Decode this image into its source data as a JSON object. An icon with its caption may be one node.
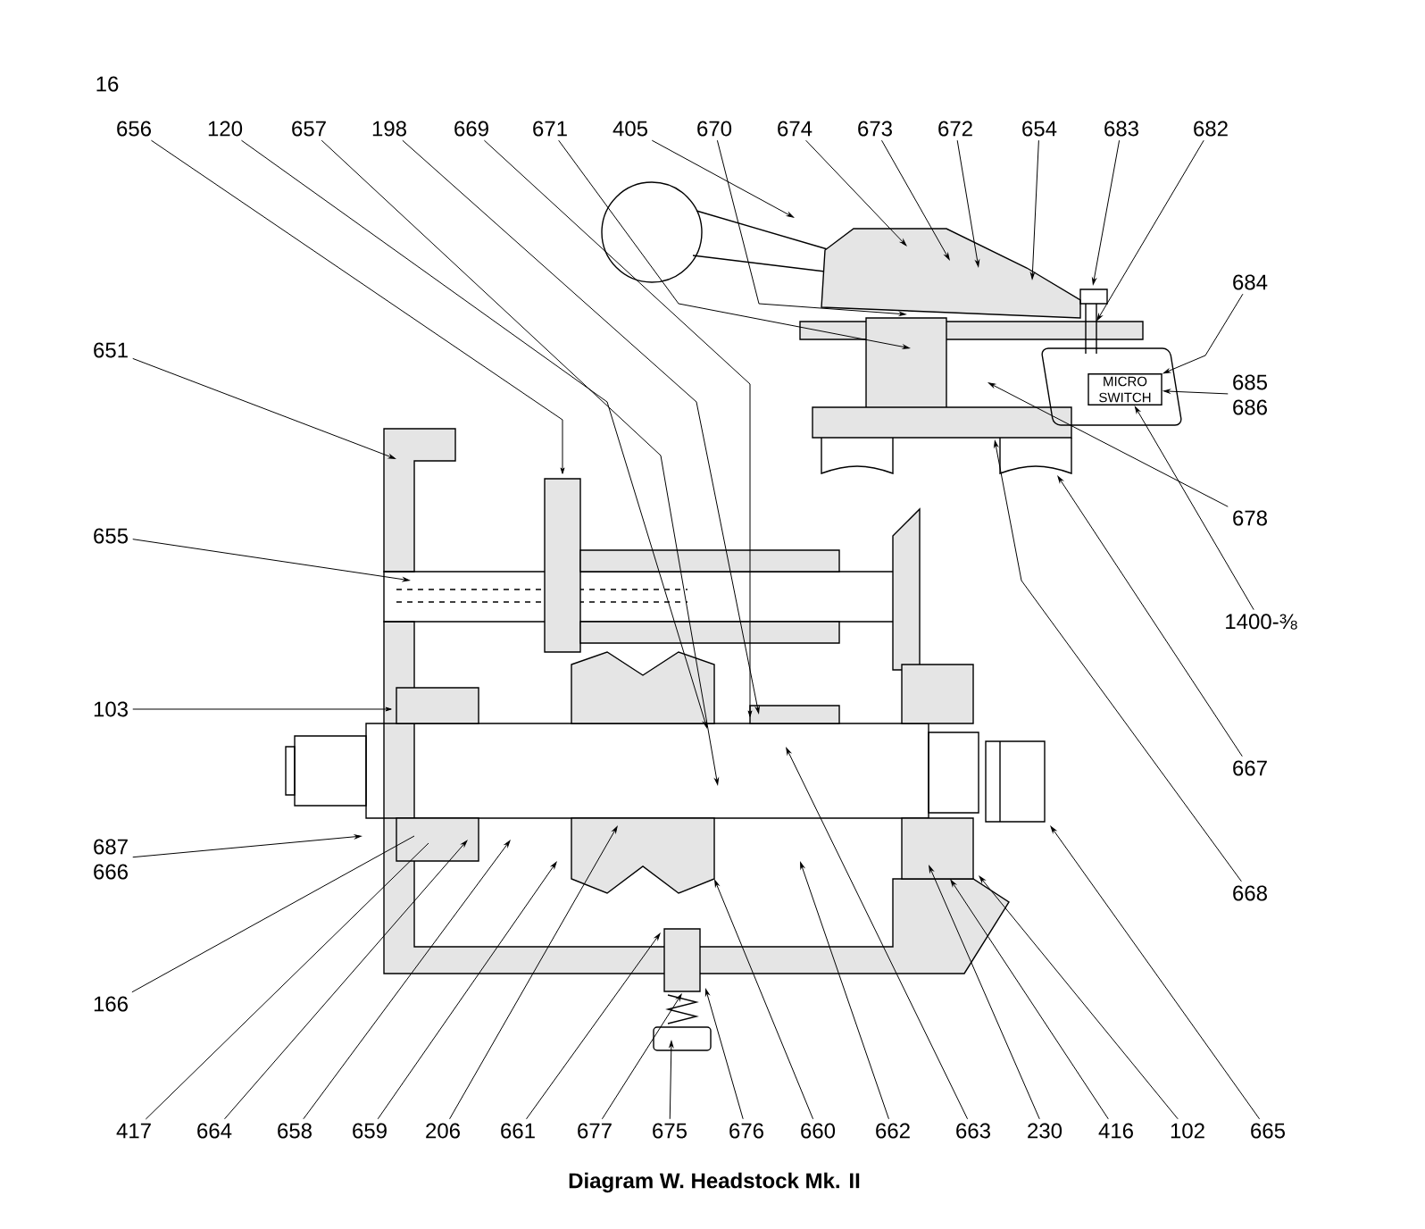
{
  "diagram": {
    "caption": "Diagram W. Headstock Mk. II",
    "nodes": [
      {
        "text": [
          "656"
        ]
      },
      {
        "text": [
          "120"
        ]
      },
      {
        "text": [
          "657"
        ]
      },
      {
        "text": [
          "198"
        ]
      },
      {
        "text": [
          "669"
        ]
      },
      {
        "text": [
          "671"
        ]
      },
      {
        "text": [
          "405"
        ]
      },
      {
        "text": [
          "670"
        ]
      },
      {
        "text": [
          "674"
        ]
      },
      {
        "text": [
          "673"
        ]
      },
      {
        "text": [
          "672"
        ]
      },
      {
        "text": [
          "654"
        ]
      },
      {
        "text": [
          "683"
        ]
      },
      {
        "text": [
          "682"
        ]
      },
      {
        "text": [
          "651"
        ]
      },
      {
        "text": [
          "655"
        ]
      },
      {
        "text": [
          "103"
        ]
      },
      {
        "text": [
          "687",
          "666"
        ]
      },
      {
        "text": [
          "166"
        ]
      },
      {
        "text": [
          "684"
        ]
      },
      {
        "text": [
          "685",
          "686"
        ]
      },
      {
        "text": [
          "678"
        ]
      },
      {
        "text": [
          "1400-⅜"
        ]
      },
      {
        "text": [
          "667"
        ]
      },
      {
        "text": [
          "668"
        ]
      },
      {
        "text": [
          "417"
        ]
      },
      {
        "text": [
          "664"
        ]
      },
      {
        "text": [
          "658"
        ]
      },
      {
        "text": [
          "659"
        ]
      },
      {
        "text": [
          "206"
        ]
      },
      {
        "text": [
          "661"
        ]
      },
      {
        "text": [
          "677"
        ]
      },
      {
        "text": [
          "675"
        ]
      },
      {
        "text": [
          "676"
        ]
      },
      {
        "text": [
          "660"
        ]
      },
      {
        "text": [
          "662"
        ]
      },
      {
        "text": [
          "663"
        ]
      },
      {
        "text": [
          "230"
        ]
      },
      {
        "text": [
          "416"
        ]
      },
      {
        "text": [
          "102"
        ]
      },
      {
        "text": [
          "665"
        ]
      },
      {
        "text": [
          "MICRO SWITCH"
        ]
      }
    ],
    "edges": [
      {
        "from": 0,
        "to": null,
        "arrow": "to"
      },
      {
        "from": 1,
        "to": null,
        "arrow": "to"
      },
      {
        "from": 2,
        "to": null,
        "arrow": "to"
      },
      {
        "from": 3,
        "to": null,
        "arrow": "to"
      },
      {
        "from": 4,
        "to": null,
        "arrow": "to"
      },
      {
        "from": 5,
        "to": null,
        "arrow": "to"
      },
      {
        "from": 6,
        "to": null,
        "arrow": "to"
      },
      {
        "from": 7,
        "to": null,
        "arrow": "to"
      },
      {
        "from": 8,
        "to": null,
        "arrow": "to"
      },
      {
        "from": 9,
        "to": null,
        "arrow": "to"
      },
      {
        "from": 10,
        "to": null,
        "arrow": "to"
      },
      {
        "from": 11,
        "to": null,
        "arrow": "to"
      },
      {
        "from": 12,
        "to": null,
        "arrow": "to"
      },
      {
        "from": 13,
        "to": null,
        "arrow": "to"
      },
      {
        "from": 14,
        "to": null,
        "arrow": "to"
      },
      {
        "from": 15,
        "to": null,
        "arrow": "to"
      },
      {
        "from": 16,
        "to": null,
        "arrow": "to"
      },
      {
        "from": 17,
        "to": null,
        "arrow": "to"
      },
      {
        "from": 18,
        "to": null,
        "arrow": "none"
      },
      {
        "from": 19,
        "to": 41,
        "arrow": "to"
      },
      {
        "from": 20,
        "to": 41,
        "arrow": "to"
      },
      {
        "from": 21,
        "to": null,
        "arrow": "to"
      },
      {
        "from": 22,
        "to": 41,
        "arrow": "to"
      },
      {
        "from": 23,
        "to": null,
        "arrow": "to"
      },
      {
        "from": 24,
        "to": null,
        "arrow": "to"
      },
      {
        "from": 25,
        "to": null,
        "arrow": "none"
      },
      {
        "from": 26,
        "to": null,
        "arrow": "to"
      },
      {
        "from": 27,
        "to": null,
        "arrow": "to"
      },
      {
        "from": 28,
        "to": null,
        "arrow": "to"
      },
      {
        "from": 29,
        "to": null,
        "arrow": "to"
      },
      {
        "from": 30,
        "to": null,
        "arrow": "to"
      },
      {
        "from": 31,
        "to": null,
        "arrow": "to"
      },
      {
        "from": 32,
        "to": null,
        "arrow": "to"
      },
      {
        "from": 33,
        "to": null,
        "arrow": "to"
      },
      {
        "from": 34,
        "to": null,
        "arrow": "to"
      },
      {
        "from": 35,
        "to": null,
        "arrow": "to"
      },
      {
        "from": 36,
        "to": null,
        "arrow": "to"
      },
      {
        "from": 37,
        "to": null,
        "arrow": "to"
      },
      {
        "from": 38,
        "to": null,
        "arrow": "to"
      },
      {
        "from": 39,
        "to": null,
        "arrow": "to"
      },
      {
        "from": 40,
        "to": null,
        "arrow": "to"
      }
    ],
    "labels": [
      "16"
    ]
  }
}
